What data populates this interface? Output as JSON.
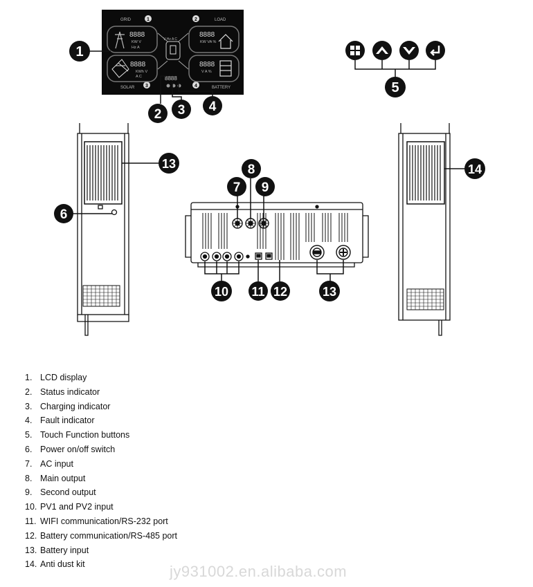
{
  "lcd": {
    "grid_label": "GRID",
    "load_label": "LOAD",
    "solar_label": "SOLAR",
    "battery_label": "BATTERY",
    "corner_1": "1",
    "corner_2": "2",
    "corner_3": "3",
    "corner_4": "4",
    "digits": "8888",
    "grid_units_a": "KW  V",
    "grid_units_b": "Hz  A",
    "center_units": "V  Hz  A  C",
    "load_units": "KW  VA  %",
    "solar_units_a": "KWh  V",
    "solar_units_b": "A  C",
    "battery_units": "V  A  %"
  },
  "callouts": [
    "1",
    "2",
    "3",
    "4",
    "5",
    "6",
    "7",
    "8",
    "9",
    "10",
    "11",
    "12",
    "13",
    "13",
    "14"
  ],
  "legend": [
    {
      "num": "1.",
      "text": "LCD display"
    },
    {
      "num": "2.",
      "text": "Status indicator"
    },
    {
      "num": "3.",
      "text": "Charging indicator"
    },
    {
      "num": "4.",
      "text": "Fault indicator"
    },
    {
      "num": "5.",
      "text": "Touch Function buttons"
    },
    {
      "num": "6.",
      "text": "Power on/off switch"
    },
    {
      "num": "7.",
      "text": "AC input"
    },
    {
      "num": "8.",
      "text": "Main output"
    },
    {
      "num": "9.",
      "text": "Second output"
    },
    {
      "num": "10.",
      "text": "PV1 and PV2 input"
    },
    {
      "num": "11.",
      "text": "WIFI communication/RS-232 port"
    },
    {
      "num": "12.",
      "text": "Battery communication/RS-485 port"
    },
    {
      "num": "13.",
      "text": "Battery input"
    },
    {
      "num": "14.",
      "text": "Anti dust kit"
    }
  ],
  "watermark": "jy931002.en.alibaba.com",
  "colors": {
    "lcd_bg": "#0b0b0b",
    "ink": "#111111",
    "watermark": "#d8d8d8"
  },
  "icons": [
    "menu-icon",
    "up-icon",
    "down-icon",
    "enter-icon"
  ]
}
